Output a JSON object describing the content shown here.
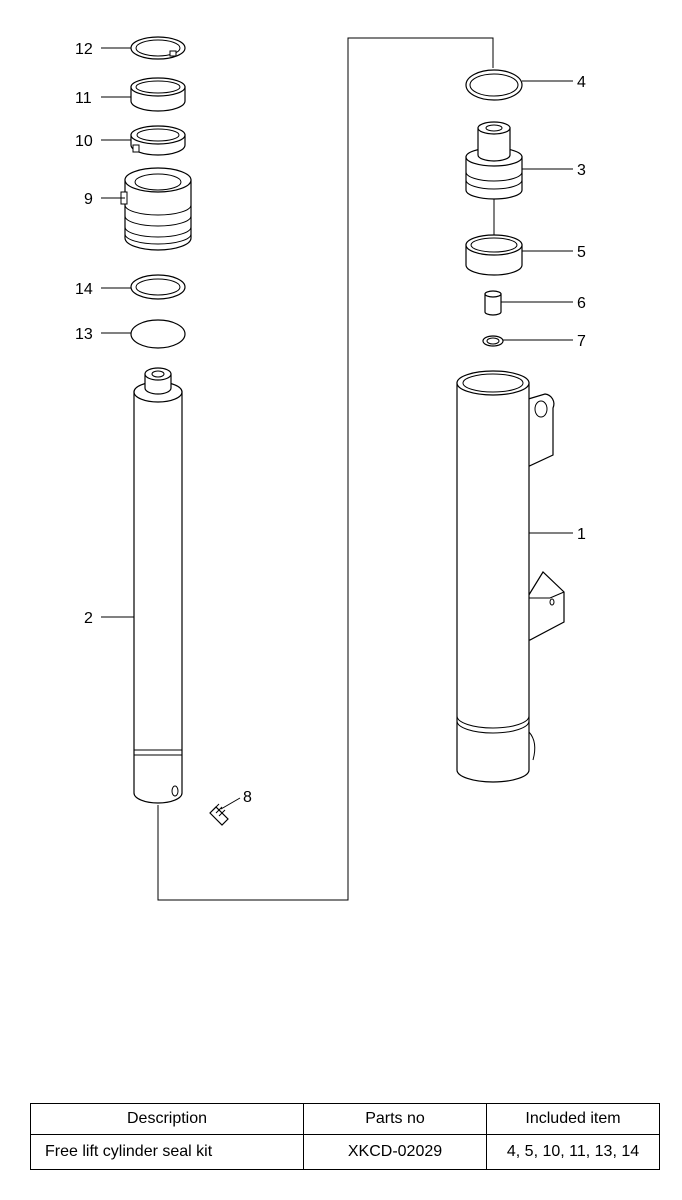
{
  "callouts": [
    "1",
    "2",
    "3",
    "4",
    "5",
    "6",
    "7",
    "8",
    "9",
    "10",
    "11",
    "12",
    "13",
    "14"
  ],
  "table": {
    "headers": [
      "Description",
      "Parts no",
      "Included item"
    ],
    "rows": [
      {
        "description": "Free lift cylinder seal kit",
        "parts_no": "XKCD-02029",
        "included": "4, 5, 10, 11, 13, 14"
      }
    ]
  }
}
